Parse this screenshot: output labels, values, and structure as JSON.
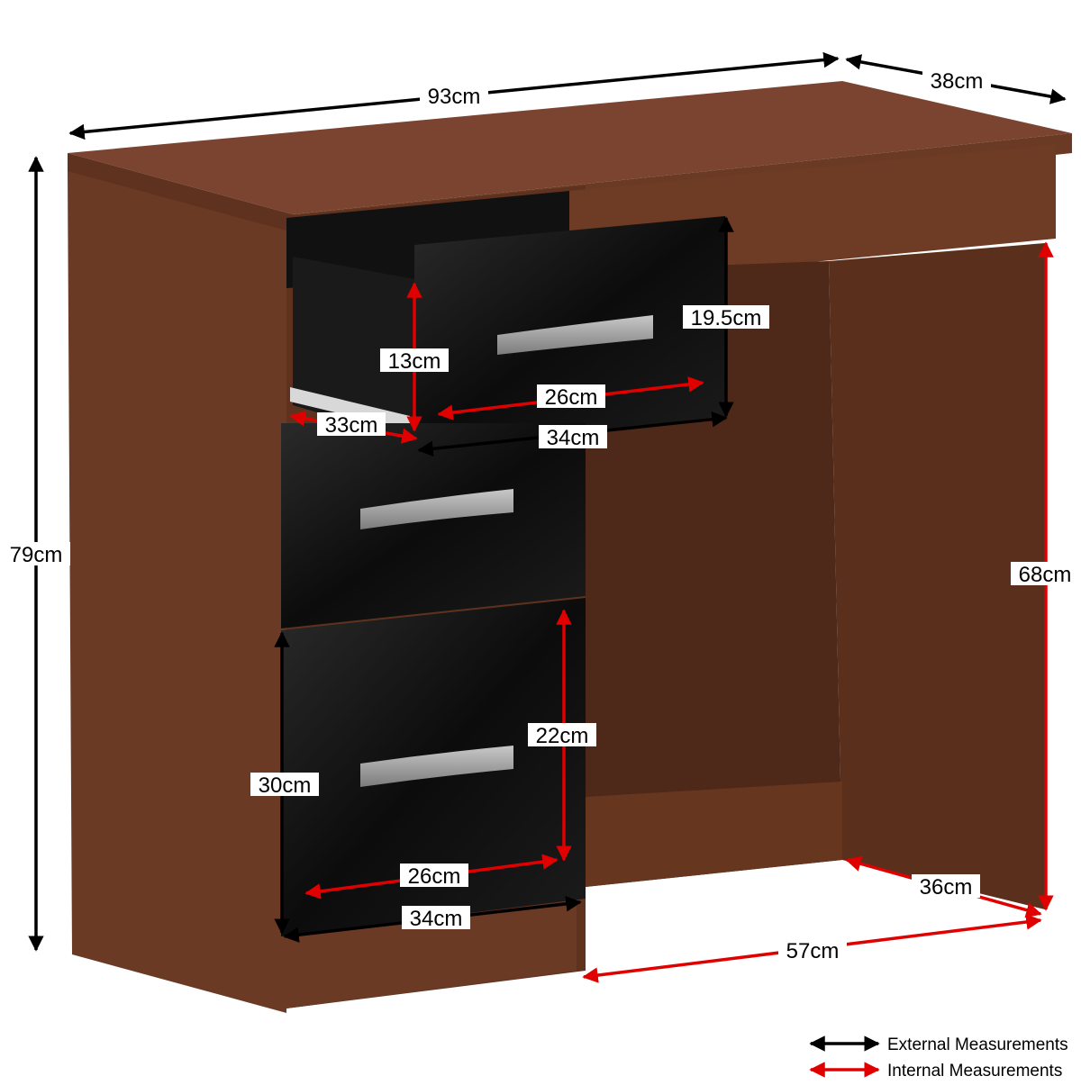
{
  "colors": {
    "wood": "#6b3a24",
    "wood_top": "#7a4430",
    "wood_dark": "#4e2818",
    "drawer_black": "#121212",
    "handle": "#9a9a9a",
    "external_arrow": "#000000",
    "internal_arrow": "#e00000"
  },
  "dimensions": {
    "overall_width": "93cm",
    "overall_depth": "38cm",
    "overall_height": "79cm",
    "knee_height": "68cm",
    "knee_depth": "36cm",
    "knee_width": "57cm",
    "top_drawer_front_height": "19.5cm",
    "top_drawer_inner_height": "13cm",
    "top_drawer_inner_width": "26cm",
    "top_drawer_front_width": "34cm",
    "top_drawer_depth": "33cm",
    "bottom_drawer_front_height": "30cm",
    "bottom_drawer_inner_height": "22cm",
    "bottom_drawer_inner_width": "26cm",
    "bottom_drawer_front_width": "34cm"
  },
  "legend": {
    "external": "External Measurements",
    "internal": "Internal Measurements"
  }
}
